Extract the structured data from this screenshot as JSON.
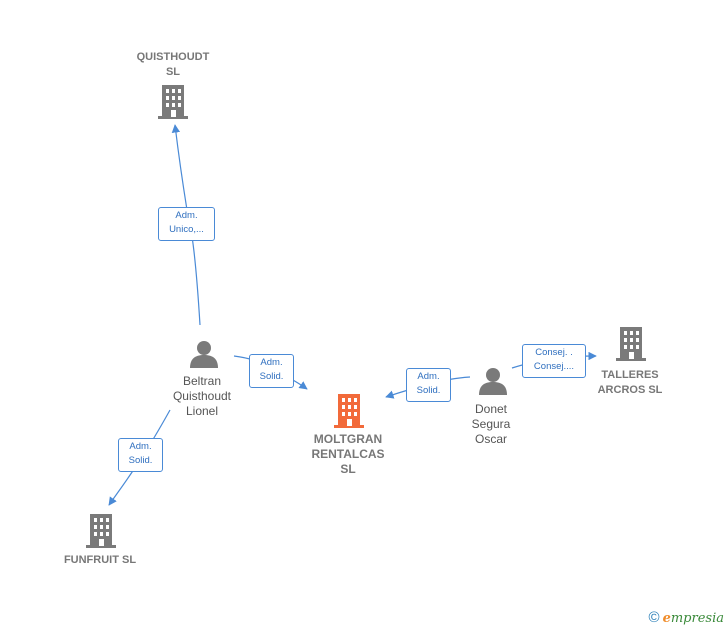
{
  "nodes": {
    "quisthoudt": {
      "label": "QUISTHOUDT\nSL"
    },
    "moltgran": {
      "label": "MOLTGRAN\nRENTALCAS\nSL"
    },
    "talleres": {
      "label": "TALLERES\nARCROS SL"
    },
    "funfruit": {
      "label": "FUNFRUIT  SL"
    },
    "beltran": {
      "label": "Beltran\nQuisthoudt\nLionel"
    },
    "donet": {
      "label": "Donet\nSegura\nOscar"
    }
  },
  "edges": {
    "beltran_quisthoudt": {
      "label": "Adm.\nUnico,..."
    },
    "beltran_moltgran": {
      "label": "Adm.\nSolid."
    },
    "beltran_funfruit": {
      "label": "Adm.\nSolid."
    },
    "donet_moltgran": {
      "label": "Adm.\nSolid."
    },
    "donet_talleres": {
      "label": "Consej. .\nConsej...."
    }
  },
  "brand": {
    "copyright": "©",
    "first_letter": "e",
    "rest": "mpresia"
  },
  "colors": {
    "company": "#7a7a7a",
    "focus_company": "#f26a3a",
    "person": "#7a7a7a",
    "edge": "#4a8ad6"
  }
}
